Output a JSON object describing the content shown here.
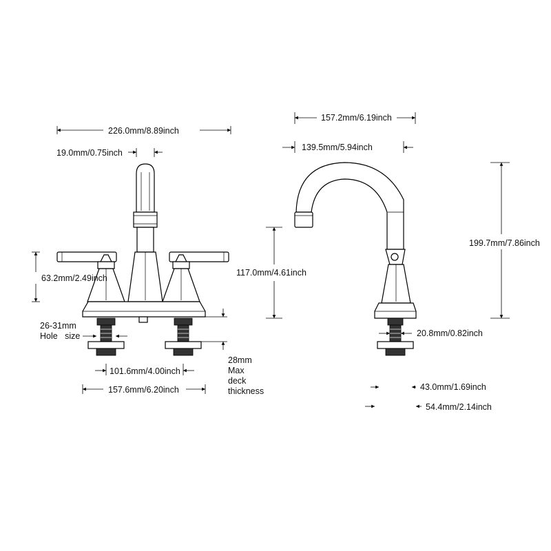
{
  "dimensions": {
    "front_overall_width": "226.0mm/8.89inch",
    "spout_diameter": "19.0mm/0.75inch",
    "handle_height": "63.2mm/2.49inch",
    "hole_size_1": "26-31mm",
    "hole_size_2": "Hole   size",
    "center_spacing": "101.6mm/4.00inch",
    "base_width": "157.6mm/6.20inch",
    "deck_1": "28mm",
    "deck_2": "Max",
    "deck_3": "deck",
    "deck_4": "thickness",
    "side_reach_total": "157.2mm/6.19inch",
    "side_reach": "139.5mm/5.94inch",
    "spout_height": "117.0mm/4.61inch",
    "overall_height": "199.7mm/7.86inch",
    "shank_diameter": "20.8mm/0.82inch",
    "base_depth": "43.0mm/1.69inch",
    "base_depth_total": "54.4mm/2.14inch"
  }
}
